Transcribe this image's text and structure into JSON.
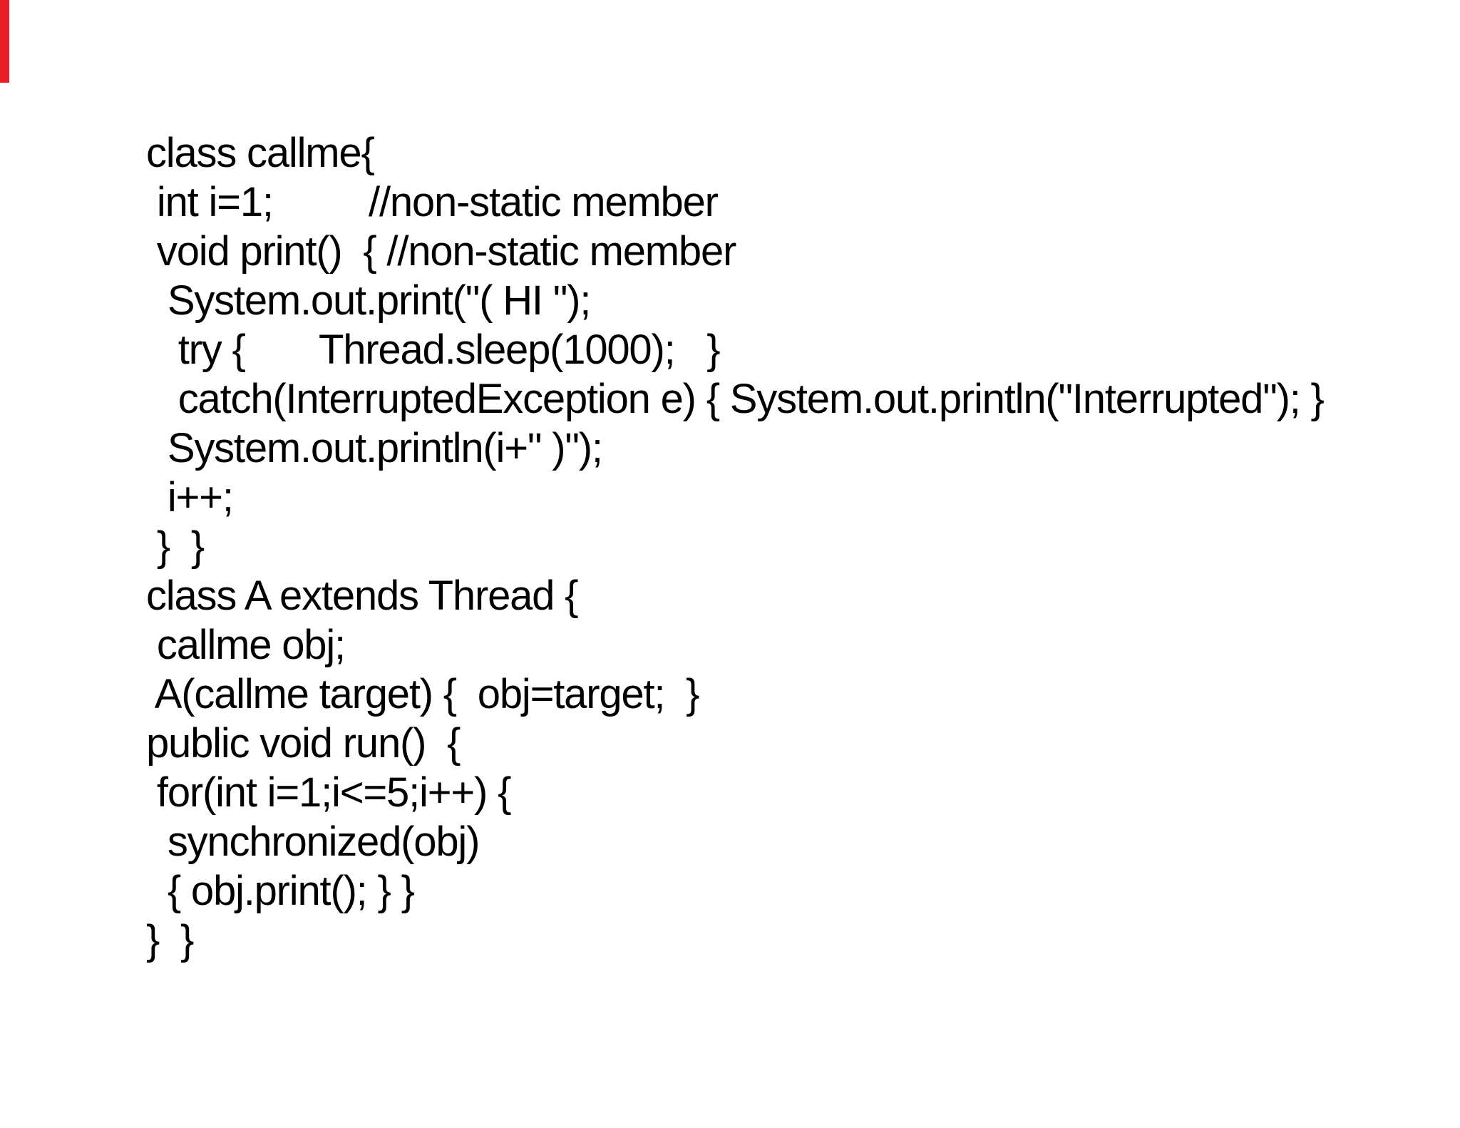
{
  "page": {
    "background": "#ffffff",
    "text_color": "#000000"
  },
  "red_bar": {
    "color": "#ea1d25"
  },
  "code": {
    "language": "java",
    "lines": [
      "class callme{",
      " int i=1;         //non-static member",
      " void print()  { //non-static member",
      "  System.out.print(\"( HI \");",
      "   try {       Thread.sleep(1000);   }",
      "   catch(InterruptedException e) { System.out.println(\"Interrupted\"); }",
      "  System.out.println(i+\" )\");",
      "  i++;",
      " }  }",
      "class A extends Thread {",
      " callme obj;",
      " A(callme target) {  obj=target;  }",
      "public void run()  {",
      " for(int i=1;i<=5;i++) {",
      "  synchronized(obj)",
      "  { obj.print(); } }",
      "}  }"
    ]
  }
}
